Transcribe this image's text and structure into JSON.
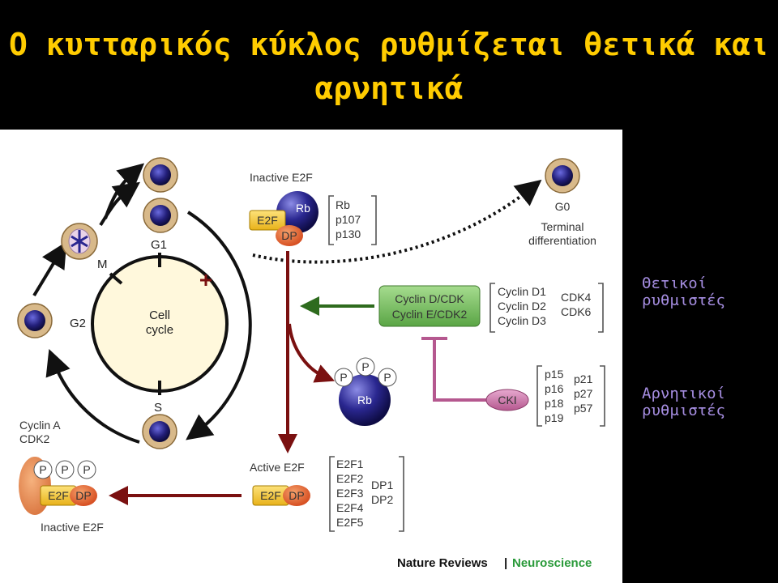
{
  "title": {
    "line1": "Ο κυτταρικός κύκλος ρυθμίζεται θετικά και",
    "line2": "αρνητικά"
  },
  "side": {
    "positive": [
      "Θετικοί",
      "ρυθμιστές"
    ],
    "negative": [
      "Αρνητικοί",
      "ρυθμιστές"
    ]
  },
  "cycle": {
    "center": [
      "Cell",
      "cycle"
    ],
    "phases": {
      "g1": "G1",
      "s": "S",
      "g2": "G2",
      "m": "M"
    },
    "restriction": "+"
  },
  "g0": {
    "label": "G0",
    "desc": [
      "Terminal",
      "differentiation"
    ]
  },
  "inactive_top": {
    "title": "Inactive E2F",
    "rb": "Rb",
    "e2f": "E2F",
    "dp": "DP",
    "pocket": [
      "Rb",
      "p107",
      "p130"
    ]
  },
  "cyclin_box": {
    "lines": [
      "Cyclin D/CDK",
      "Cyclin E/CDK2"
    ],
    "cyclins": [
      "Cyclin D1",
      "Cyclin D2",
      "Cyclin D3"
    ],
    "cdks": [
      "CDK4",
      "CDK6"
    ]
  },
  "rbp": {
    "rb": "Rb",
    "p": "P"
  },
  "cki": {
    "label": "CKI",
    "col1": [
      "p15",
      "p16",
      "p18",
      "p19"
    ],
    "col2": [
      "p21",
      "p27",
      "p57"
    ]
  },
  "active": {
    "title": "Active E2F",
    "e2f": "E2F",
    "dp": "DP",
    "e2fs": [
      "E2F1",
      "E2F2",
      "E2F3",
      "E2F4",
      "E2F5"
    ],
    "dps": [
      "DP1",
      "DP2"
    ]
  },
  "inactive_bottom": {
    "cyclin_a": [
      "Cyclin A",
      "CDK2"
    ],
    "p": "P",
    "e2f": "E2F",
    "dp": "DP",
    "title": "Inactive E2F"
  },
  "credit": {
    "journal": "Nature Reviews",
    "sep": "|",
    "field": "Neuroscience"
  },
  "colors": {
    "title": "#ffcc00",
    "arrow_dark_red": "#7a1010",
    "arrow_green": "#2e6b1e",
    "cyclin_green": "#7fc36a",
    "cki_pink": "#b5588f",
    "e2f_yellow": "#f2c431",
    "dp_orange": "#e0602a",
    "rb_blue": "#1c1a6b",
    "cell_tan": "#d8b98a"
  }
}
